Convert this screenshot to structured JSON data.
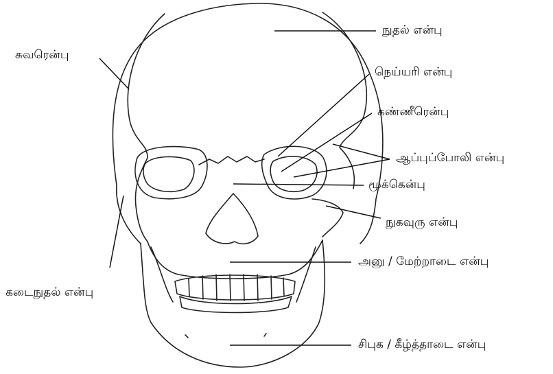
{
  "labels": {
    "frontal": "நுதல் என்பு",
    "parietal": "சுவரென்பு",
    "ethmoid": "நெய்யரி என்பு",
    "lacrimal": "கண்ணீரென்பு",
    "sphenoid": "ஆப்புப்போலி என்பு",
    "nasal": "மூக்கென்பு",
    "zygomatic": "நுகவுரு என்பு",
    "maxilla": "அனு / மேற்றாடை என்பு",
    "temporal": "கடைநுதல் என்பு",
    "mandible": "சிபுக / கீழ்த்தாடை என்பு"
  }
}
